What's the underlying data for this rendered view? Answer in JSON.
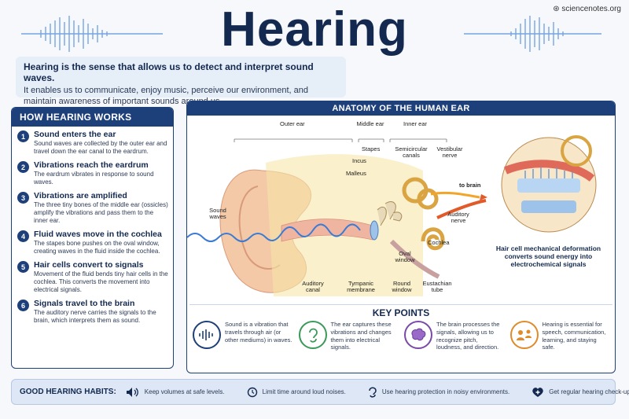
{
  "header": {
    "title": "Hearing",
    "site": "sciencenotes.org"
  },
  "intro": {
    "lead": "Hearing is the sense that allows us to detect and interpret sound waves.",
    "body": "It enables us to communicate, enjoy music, perceive our environment, and maintain awareness of important sounds around us."
  },
  "how": {
    "heading": "HOW HEARING WORKS",
    "steps": [
      {
        "num": "1",
        "title": "Sound enters the ear",
        "text": "Sound waves are collected by the outer ear and travel down the ear canal to the eardrum."
      },
      {
        "num": "2",
        "title": "Vibrations reach the eardrum",
        "text": "The eardrum vibrates in response to sound waves."
      },
      {
        "num": "3",
        "title": "Vibrations are amplified",
        "text": "The three tiny bones of the middle ear (ossicles) amplify the vibrations and pass them to the inner ear."
      },
      {
        "num": "4",
        "title": "Fluid waves move in the cochlea",
        "text": "The stapes bone pushes on the oval window, creating waves in the fluid inside the cochlea."
      },
      {
        "num": "5",
        "title": "Hair cells convert to signals",
        "text": "Movement of the fluid bends tiny hair cells in the cochlea. This converts the movement into electrical signals."
      },
      {
        "num": "6",
        "title": "Signals travel to the brain",
        "text": "The auditory nerve carries the signals to the brain, which interprets them as sound."
      }
    ]
  },
  "anatomy": {
    "heading": "ANATOMY OF THE HUMAN EAR",
    "labels": {
      "outer": "Outer ear",
      "middle": "Middle ear",
      "inner": "Inner ear",
      "stapes": "Stapes",
      "incus": "Incus",
      "malleus": "Malleus",
      "semicircular": "Semicircular canals",
      "vestibular": "Vestibular nerve",
      "to_brain": "to brain",
      "sound_waves": "Sound waves",
      "auditory_nerve": "Auditory nerve",
      "cochlea": "Cochlea",
      "oval_window": "Oval window",
      "auditory_canal": "Auditory canal",
      "tympanic": "Tympanic membrane",
      "round_window": "Round window",
      "eustachian": "Eustachian tube"
    },
    "hair_caption": "Hair cell mechanical deformation converts sound energy into electrochemical signals"
  },
  "key_points": {
    "heading": "KEY POINTS",
    "items": [
      {
        "icon": "sound-wave-icon",
        "text": "Sound is a vibration that travels through air (or other mediums) in waves."
      },
      {
        "icon": "ear-icon",
        "text": "The ear captures these vibrations and changes them into electrical signals."
      },
      {
        "icon": "brain-icon",
        "text": "The brain processes the signals, allowing us to recognize pitch, loudness, and direction."
      },
      {
        "icon": "people-talking-icon",
        "text": "Hearing is essential for speech, communication, learning, and staying safe."
      }
    ]
  },
  "habits": {
    "heading": "GOOD HEARING HABITS:",
    "items": [
      {
        "icon": "speaker-icon",
        "text": "Keep volumes at safe levels."
      },
      {
        "icon": "timer-icon",
        "text": "Limit time around loud noises."
      },
      {
        "icon": "ear-protection-icon",
        "text": "Use hearing protection in noisy environments."
      },
      {
        "icon": "heart-plus-icon",
        "text": "Get regular hearing check-ups."
      }
    ]
  },
  "colors": {
    "navy": "#13294f",
    "panel_blue": "#1d3f7a",
    "sound_wave": "#3a7bd5",
    "skin": "#f3c9a8",
    "cochlea": "#d9a441",
    "nerve": "#e05a2a"
  }
}
